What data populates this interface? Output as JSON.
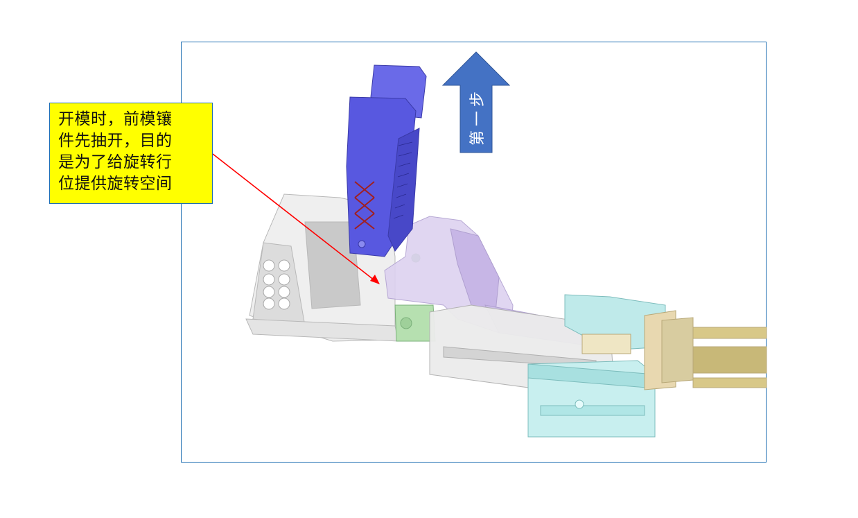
{
  "slide": {
    "frame_border_color": "#1f6fb2"
  },
  "callout": {
    "lines": [
      "开模时，前模镶",
      "件先抽开，目的",
      "是为了给旋转行",
      "位提供旋转空间"
    ],
    "background": "#ffff00",
    "pointer_color": "#ff0000"
  },
  "step_arrow": {
    "label": "第一步",
    "direction": "up",
    "fill": "#4472c4"
  },
  "model": {
    "description": "3D mold assembly: front-mold insert (blue) pulled upward, rotating slide (purple), green core, cyan slide block, gold hydraulic cylinder rods",
    "part_colors": {
      "front_insert": "#5a5ae0",
      "rotating_slide": "#c8b8e8",
      "core_green": "#8fd08f",
      "slide_block": "#a8e4e4",
      "cylinder": "#d8c898",
      "housing": "#e8e8e8"
    }
  }
}
